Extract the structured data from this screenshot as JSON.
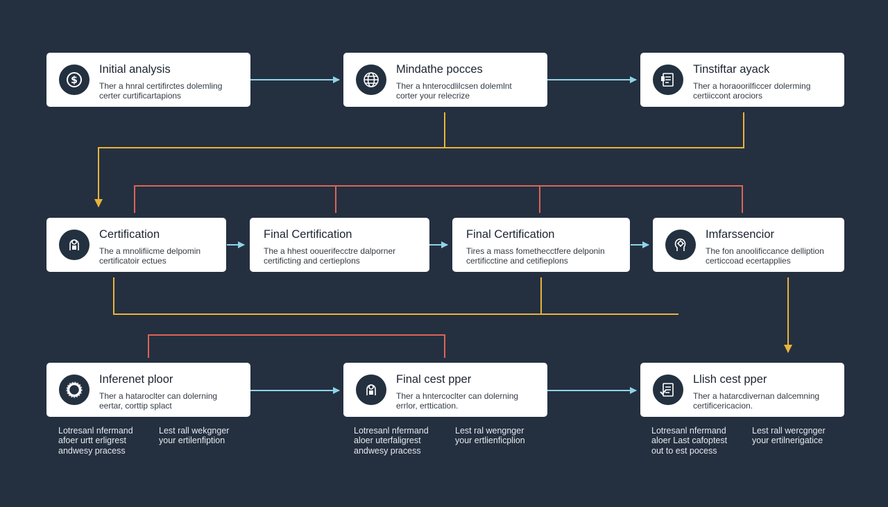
{
  "colors": {
    "background": "#243040",
    "card": "#ffffff",
    "icon_bg": "#23303f",
    "arrow_cyan": "#8fd4e8",
    "line_yellow": "#eab33a",
    "line_red": "#dd6357"
  },
  "rows": [
    {
      "cards": [
        {
          "icon": "dollar-icon",
          "title": "Initial analysis",
          "desc": [
            "Ther a hnral certifirctes dolemling",
            "certer curtificartapions"
          ]
        },
        {
          "icon": "globe-icon",
          "title": "Mindathe pocces",
          "desc": [
            "Ther a hnterocdlilcsen dolemlnt",
            "corter your relecrize"
          ]
        },
        {
          "icon": "document-icon",
          "title": "Tinstiftar ayack",
          "desc": [
            "Ther a horaoorilficcer dolerming",
            "certiiccont arociors"
          ]
        }
      ]
    },
    {
      "cards": [
        {
          "icon": "person-puzzle-icon",
          "title": "Certification",
          "desc": [
            "The a mnolifiicme delpomin",
            "certificatoir ectues"
          ]
        },
        {
          "icon": "",
          "title": "Final Certification",
          "desc": [
            "The a hhest oouerifecctre dalporner",
            "certificting and certieplons"
          ]
        },
        {
          "icon": "",
          "title": "Final Certification",
          "desc": [
            "Tires a mass fomethecctfere delponin",
            "certificctine and cetifieplons"
          ]
        },
        {
          "icon": "head-gear-icon",
          "title": "Imfarssencior",
          "desc": [
            "The fon anoolificcance delliption",
            "certiccoad ecertapplies"
          ]
        }
      ]
    },
    {
      "cards": [
        {
          "icon": "ring-icon",
          "title": "Inferenet ploor",
          "desc": [
            "Ther a hataroclter can dolerning",
            "eertar, corttip splact"
          ]
        },
        {
          "icon": "person-puzzle-icon",
          "title": "Final cest pper",
          "desc": [
            "Ther a hntercoclter can dolerning",
            "errlor, erttication."
          ]
        },
        {
          "icon": "checklist-icon",
          "title": "Llish cest pper",
          "desc": [
            "Ther a hatarcdivernan dalcemning",
            "certificericacion."
          ]
        }
      ]
    }
  ],
  "notes": [
    {
      "lines": [
        "Lotresanl nfermand",
        "afoer urtt erligrest",
        "andwesy pracess"
      ]
    },
    {
      "lines": [
        "Lest rall wekgnger",
        "your ertilenfiption"
      ]
    },
    {
      "lines": [
        "Lotresanl nfermand",
        "aloer uterfaligrest",
        "andwesy pracess"
      ]
    },
    {
      "lines": [
        "Lest ral wengnger",
        "your ertlienficplion"
      ]
    },
    {
      "lines": [
        "Lotresanl nfermand",
        "aloer Last cafoptest",
        "out to est pocess"
      ]
    },
    {
      "lines": [
        "Lest rall wercgnger",
        "your ertilnerigatice"
      ]
    }
  ]
}
